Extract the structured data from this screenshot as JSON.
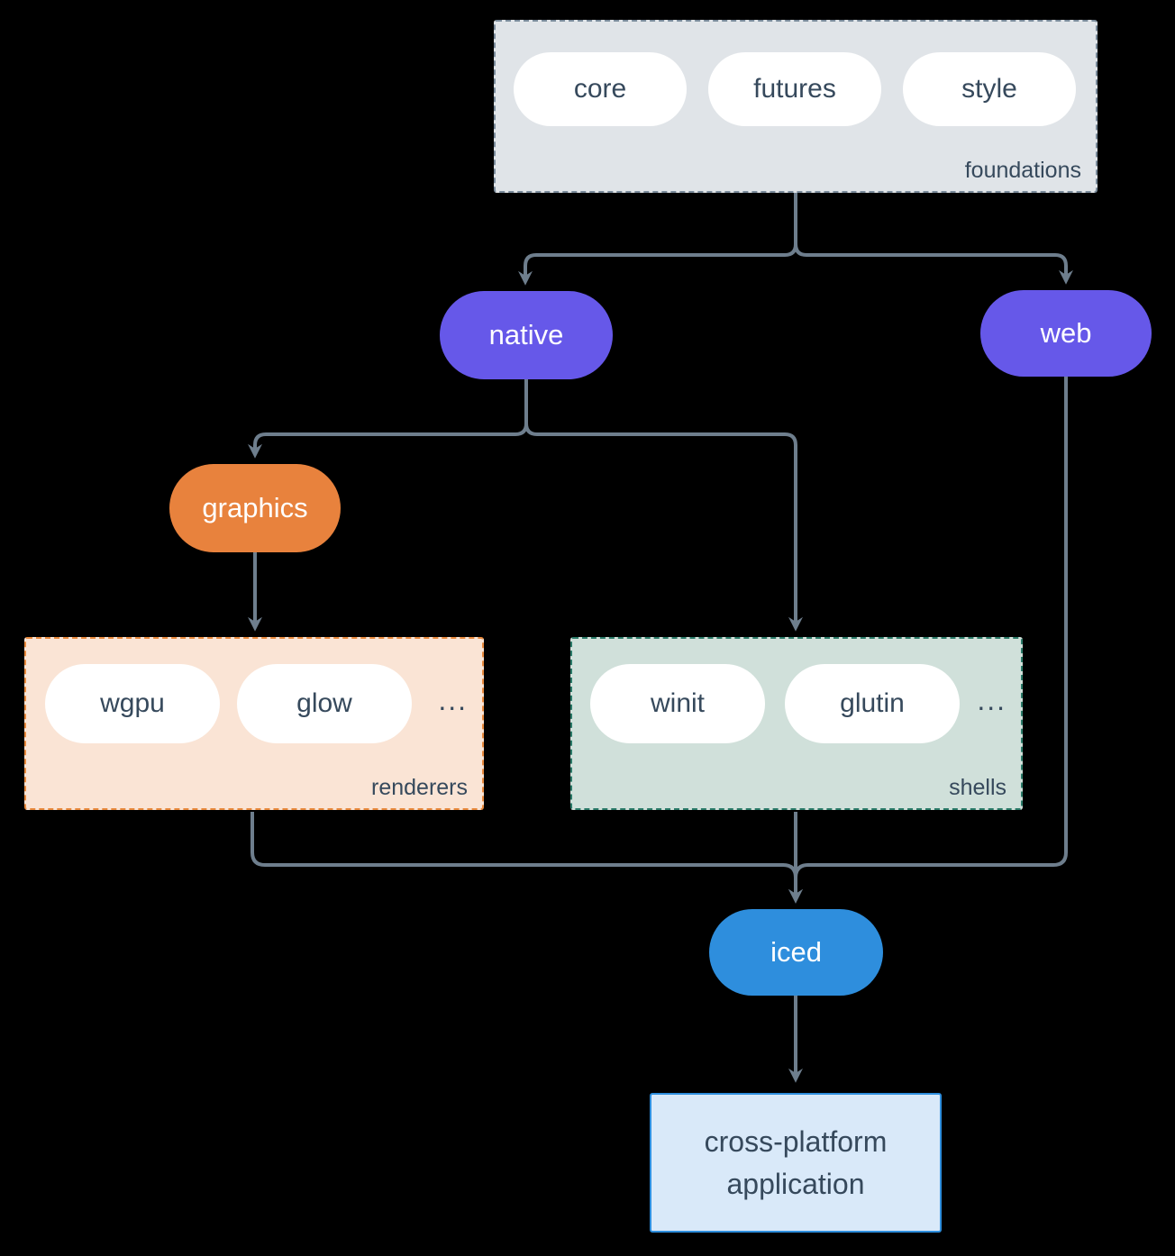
{
  "diagram": {
    "background_color": "#000000",
    "arrow_color": "#6e7e8d",
    "text_color": "#36495c",
    "groups": {
      "foundations": {
        "label": "foundations",
        "fill": "#e0e4e8",
        "border_color": "#7a8b9b",
        "items": [
          "core",
          "futures",
          "style"
        ]
      },
      "renderers": {
        "label": "renderers",
        "fill": "#fae4d5",
        "border_color": "#e8893c",
        "items": [
          "wgpu",
          "glow"
        ],
        "ellipsis": "..."
      },
      "shells": {
        "label": "shells",
        "fill": "#d0e0da",
        "border_color": "#2a7a68",
        "items": [
          "winit",
          "glutin"
        ],
        "ellipsis": "..."
      }
    },
    "nodes": {
      "native": {
        "label": "native",
        "fill": "#6658e9"
      },
      "web": {
        "label": "web",
        "fill": "#6658e9"
      },
      "graphics": {
        "label": "graphics",
        "fill": "#e8823d"
      },
      "iced": {
        "label": "iced",
        "fill": "#2e8edd"
      },
      "application": {
        "label": "cross-platform application",
        "fill": "#d9e9f9",
        "border_color": "#2e8edd"
      }
    }
  }
}
